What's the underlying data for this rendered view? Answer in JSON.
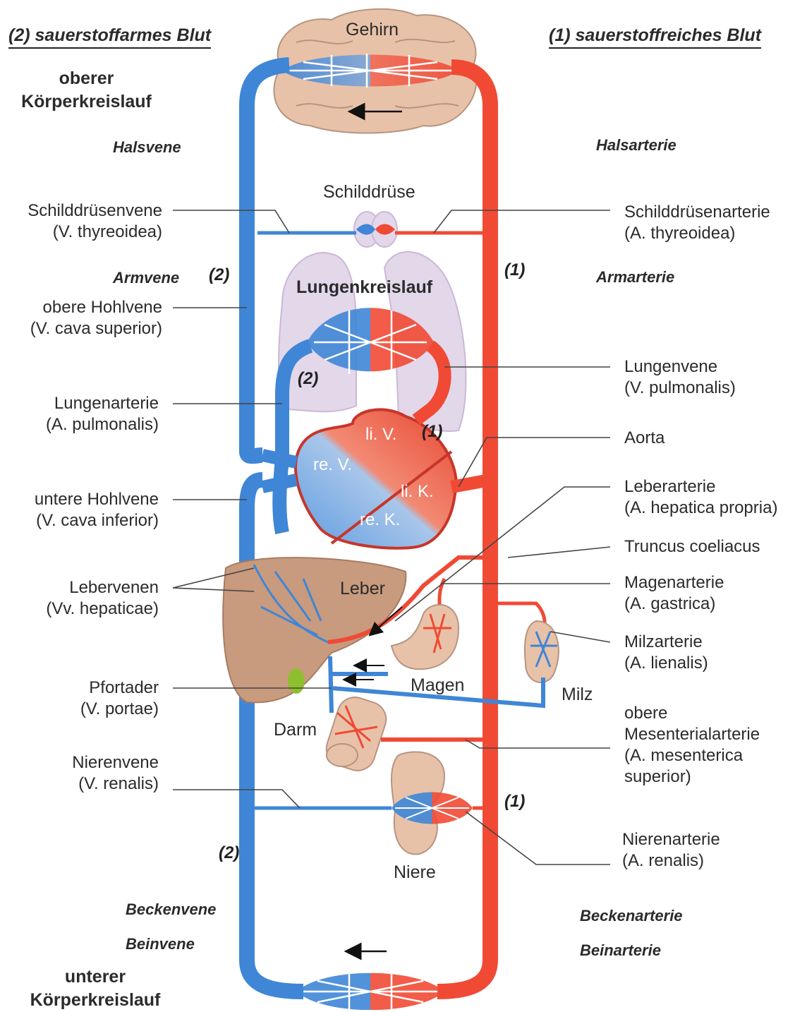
{
  "legend": {
    "deoxygenated": "(2) sauerstoffarmes Blut",
    "oxygenated": "(1) sauerstoffreiches Blut"
  },
  "circulation": {
    "upper": [
      "oberer",
      "Körperkreislauf"
    ],
    "pulmonary": "Lungenkreislauf",
    "lower": [
      "unterer",
      "Körperkreislauf"
    ]
  },
  "organs": {
    "brain": "Gehirn",
    "thyroid": "Schilddrüse",
    "liver": "Leber",
    "stomach": "Magen",
    "spleen": "Milz",
    "intestine": "Darm",
    "kidney": "Niere"
  },
  "heart": {
    "left_ventricle": "li. V.",
    "right_ventricle": "re. V.",
    "left_chamber": "li. K.",
    "right_chamber": "re. K."
  },
  "vessels_left": {
    "neck_vein": "Halsvene",
    "thyroid_vein": [
      "Schilddrüsenvene",
      "(V. thyreoidea)"
    ],
    "arm_vein": "Armvene",
    "superior_vena_cava": [
      "obere Hohlvene",
      "(V. cava superior)"
    ],
    "pulmonary_artery": [
      "Lungenarterie",
      "(A. pulmonalis)"
    ],
    "inferior_vena_cava": [
      "untere Hohlvene",
      "(V. cava inferior)"
    ],
    "hepatic_veins": [
      "Lebervenen",
      "(Vv. hepaticae)"
    ],
    "portal_vein": [
      "Pfortader",
      "(V. portae)"
    ],
    "renal_vein": [
      "Nierenvene",
      "(V. renalis)"
    ],
    "pelvic_vein": "Beckenvene",
    "leg_vein": "Beinvene"
  },
  "vessels_right": {
    "neck_artery": "Halsarterie",
    "thyroid_artery": [
      "Schilddrüsenarterie",
      "(A. thyreoidea)"
    ],
    "arm_artery": "Armarterie",
    "pulmonary_vein": [
      "Lungenvene",
      "(V. pulmonalis)"
    ],
    "aorta": "Aorta",
    "hepatic_artery": [
      "Leberarterie",
      "(A. hepatica propria)"
    ],
    "celiac_trunk": "Truncus coeliacus",
    "gastric_artery": [
      "Magenarterie",
      "(A. gastrica)"
    ],
    "splenic_artery": [
      "Milzarterie",
      "(A. lienalis)"
    ],
    "mesenteric_artery": [
      "obere",
      "Mesenterialarterie",
      "(A. mesenterica",
      "superior)"
    ],
    "renal_artery": [
      "Nierenarterie",
      "(A. renalis)"
    ],
    "pelvic_artery": "Beckenarterie",
    "leg_artery": "Beinarterie"
  },
  "markers": {
    "deoxygenated": "(2)",
    "oxygenated": "(1)"
  },
  "colors": {
    "vein_blue": "#3f86d6",
    "artery_red": "#f04a35",
    "organ_tan": "#e8c2a8",
    "lung_lilac": "#e3d7ea",
    "liver_brown": "#c89a7e"
  }
}
